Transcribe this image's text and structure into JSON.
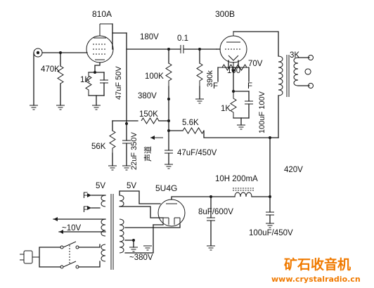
{
  "labels": {
    "tube_810a": "810A",
    "tube_300b": "300B",
    "tube_5u4g": "5U4G",
    "v180": "180V",
    "cap_01": "0.1",
    "r_470k": "470K",
    "r_1k_a": "1K",
    "cap_47uf_50v": "47uF 50V",
    "r_100k": "100K",
    "r_390k": "390k",
    "pot_100": "100",
    "v70": "70V",
    "trans_3k": "3K",
    "f1": "F",
    "f2": "F",
    "r_1k_b": "1K",
    "cap_100uf_100v": "100uF 100V",
    "v380a": "380V",
    "r_150k": "150K",
    "r_56k": "56K",
    "cap_22uf_350v": "22uF 350V",
    "channel_text": "声道",
    "r_5_6k": "5.6K",
    "cap_47uf_450v": "47uF/450V",
    "choke": "10H 200mA",
    "v420": "420V",
    "v5_a": "5V",
    "v5_b": "5V",
    "f3": "F",
    "f4": "F",
    "v10": "~10V",
    "cap_8uf_600v": "8uF/600V",
    "v380b": "~380V",
    "cap_100uf_450v": "100uF/450V"
  },
  "watermark": {
    "title": "矿石收音机",
    "url": "www.crystalradio.cn",
    "color": "#f07a00"
  }
}
